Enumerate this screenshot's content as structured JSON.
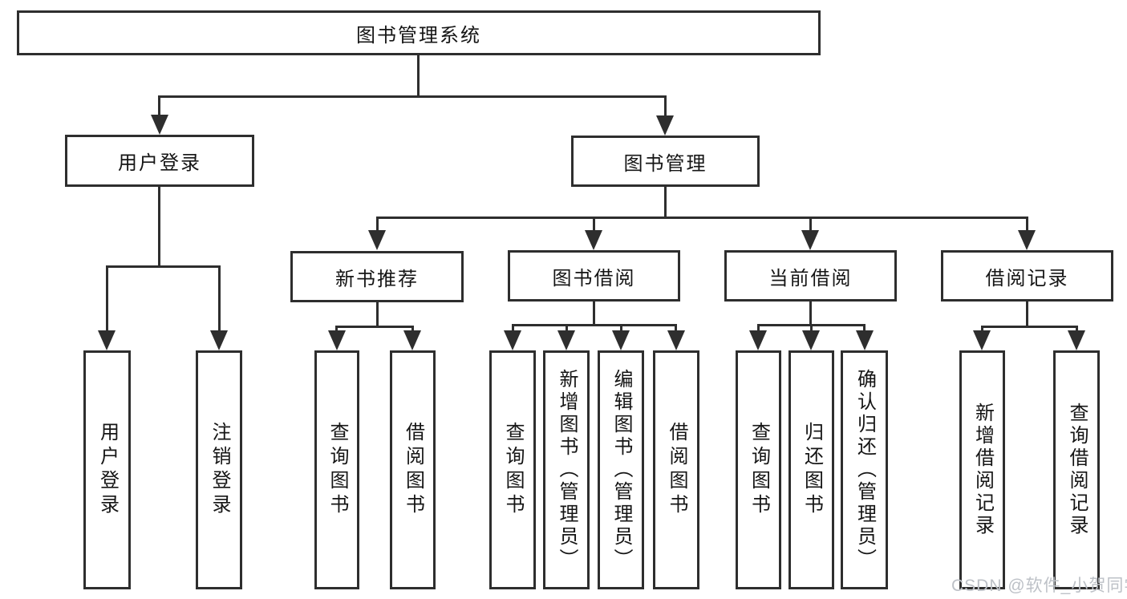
{
  "colors": {
    "line": "#2e2e2e",
    "text": "#151515",
    "box_background": "#ffffff",
    "watermark": "#bdc1c7",
    "background": "#ffffff"
  },
  "tree": {
    "label": "图书管理系统",
    "children": [
      {
        "label": "用户登录",
        "children": [
          {
            "label": "用户登录"
          },
          {
            "label": "注销登录"
          }
        ]
      },
      {
        "label": "图书管理",
        "children": [
          {
            "label": "新书推荐",
            "children": [
              {
                "label": "查询图书"
              },
              {
                "label": "借阅图书"
              }
            ]
          },
          {
            "label": "图书借阅",
            "children": [
              {
                "label": "查询图书"
              },
              {
                "label": "新增图书（管理员）"
              },
              {
                "label": "编辑图书（管理员）"
              },
              {
                "label": "借阅图书"
              }
            ]
          },
          {
            "label": "当前借阅",
            "children": [
              {
                "label": "查询图书"
              },
              {
                "label": "归还图书"
              },
              {
                "label": "确认归还（管理员）"
              }
            ]
          },
          {
            "label": "借阅记录",
            "children": [
              {
                "label": "新增借阅记录"
              },
              {
                "label": "查询借阅记录"
              }
            ]
          }
        ]
      }
    ]
  },
  "watermark": "CSDN @软件_小贺同学"
}
